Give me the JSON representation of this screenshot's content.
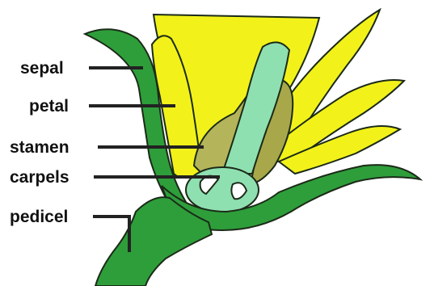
{
  "diagram": {
    "labels": {
      "sepal": "sepal",
      "petal": "petal",
      "stamen": "stamen",
      "carpels": "carpels",
      "pedicel": "pedicel"
    }
  },
  "colors": {
    "sepal_green": "#2e9e3a",
    "petal_yellow": "#f2f21a",
    "stamen_olive": "#a8a84a",
    "carpel_mint": "#8fe0b0",
    "background": "#ffffff"
  }
}
